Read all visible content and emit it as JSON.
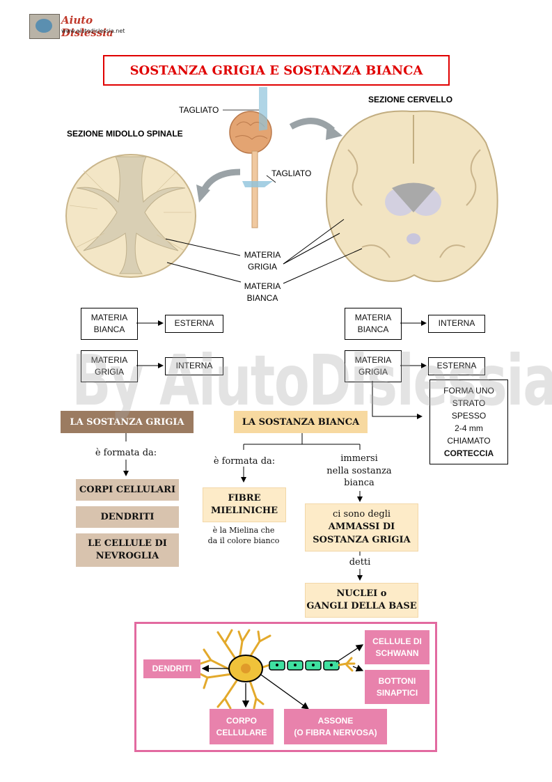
{
  "logo": {
    "name": "Aiuto Dislessia",
    "url": "www.aiutodislessia.net"
  },
  "title": "SOSTANZA GRIGIA E SOSTANZA BIANCA",
  "figure": {
    "label_sezione_midollo": "SEZIONE MIDOLLO SPINALE",
    "label_sezione_cervello": "SEZIONE CERVELLO",
    "label_tagliato_top": "TAGLIATO",
    "label_tagliato_bottom": "TAGLIATO",
    "materia_grigia": [
      "MATERIA",
      "GRIGIA"
    ],
    "materia_bianca": [
      "MATERIA",
      "BIANCA"
    ]
  },
  "left_map": {
    "materia_bianca": [
      "MATERIA",
      "BIANCA"
    ],
    "esterna": "ESTERNA",
    "materia_grigia": [
      "MATERIA",
      "GRIGIA"
    ],
    "interna": "INTERNA"
  },
  "right_map": {
    "materia_bianca": [
      "MATERIA",
      "BIANCA"
    ],
    "interna": "INTERNA",
    "materia_grigia": [
      "MATERIA",
      "GRIGIA"
    ],
    "esterna": "ESTERNA",
    "corteccia_lines": [
      "FORMA UNO",
      "STRATO",
      "SPESSO",
      "2-4 mm",
      "CHIAMATO"
    ],
    "corteccia_bold": "CORTECCIA"
  },
  "grigia": {
    "heading": "LA SOSTANZA GRIGIA",
    "formata": "è formata da:",
    "items": [
      "CORPI CELLULARI",
      "DENDRITI",
      "LE CELLULE DI",
      "NEVROGLIA"
    ]
  },
  "bianca": {
    "heading": "LA SOSTANZA BIANCA",
    "formata": "è formata da:",
    "fibre": [
      "FIBRE",
      "MIELINICHE"
    ],
    "mielina_note": [
      "è la Mielina che",
      "da il colore bianco"
    ],
    "immersi": [
      "immersi",
      "nella sostanza",
      "bianca"
    ],
    "ammassi_line1": "ci sono degli",
    "ammassi_bold": [
      "AMMASSI DI",
      "SOSTANZA GRIGIA"
    ],
    "detti": "detti",
    "nuclei": [
      "NUCLEI o",
      "GANGLI DELLA BASE"
    ]
  },
  "neuron": {
    "dendriti": "DENDRITI",
    "corpo": [
      "CORPO",
      "CELLULARE"
    ],
    "assone": [
      "ASSONE",
      "(O FIBRA NERVOSA)"
    ],
    "schwann": [
      "CELLULE DI",
      "SCHWANN"
    ],
    "bottoni": [
      "BOTTONI",
      "SINAPTICI"
    ]
  },
  "watermark": "By AiutoDislessia.net",
  "colors": {
    "title_red": "#e00000",
    "grigia_heading": "#9b7b61",
    "bianca_heading": "#f7d9a0",
    "taupe_box": "#d8c3ae",
    "cream_box": "#fdebc8",
    "pink": "#e882ac",
    "frame_pink": "#e26aa0"
  }
}
